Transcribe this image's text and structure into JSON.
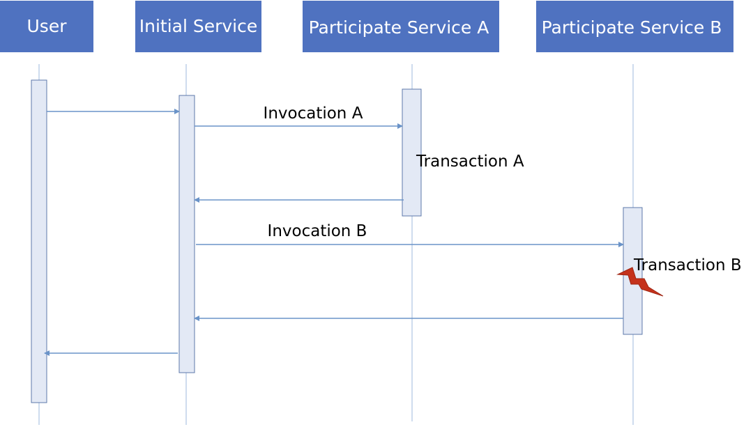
{
  "colors": {
    "header_fill": "#4f72c0",
    "lifeline": "#9db8dc",
    "activation_fill": "#e3e9f5",
    "activation_stroke": "#5d78aa",
    "arrow": "#6a93c8",
    "bolt": "#c5321c"
  },
  "participants": [
    {
      "label": "User"
    },
    {
      "label": "Initial Service"
    },
    {
      "label": "Participate Service A"
    },
    {
      "label": "Participate Service B"
    }
  ],
  "messages": [
    {
      "from": "User",
      "to": "Initial Service",
      "label": ""
    },
    {
      "from": "Initial Service",
      "to": "Participate Service A",
      "label": "Invocation A"
    },
    {
      "from": "Participate Service A",
      "to": "Initial Service",
      "label": ""
    },
    {
      "from": "Initial Service",
      "to": "Participate Service B",
      "label": "Invocation B"
    },
    {
      "from": "Participate Service B",
      "to": "Initial Service",
      "label": ""
    },
    {
      "from": "Initial Service",
      "to": "User",
      "label": ""
    }
  ],
  "notes": [
    {
      "participant": "Participate Service A",
      "label": "Transaction A"
    },
    {
      "participant": "Participate Service B",
      "label": "Transaction B",
      "failure_icon": "lightning-bolt-icon"
    }
  ]
}
